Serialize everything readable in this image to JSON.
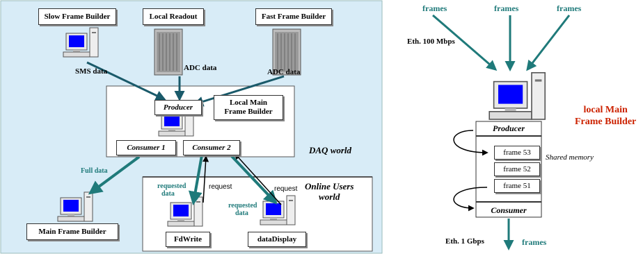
{
  "left": {
    "top_boxes": {
      "slow_frame_builder": "Slow Frame Builder",
      "local_readout": "Local Readout",
      "fast_frame_builder": "Fast Frame Builder"
    },
    "labels": {
      "sms_data": "SMS data",
      "adc_data_1": "ADC data",
      "adc_data_2": "ADC data",
      "full_data": "Full data",
      "requested_data_1a": "requested",
      "requested_data_1b": "data",
      "requested_data_2a": "requested",
      "requested_data_2b": "data",
      "request_1": "request",
      "request_2": "request"
    },
    "daq": {
      "producer": "Producer",
      "local_main_a": "Local Main",
      "local_main_b": "Frame Builder",
      "consumer_1": "Consumer 1",
      "consumer_2": "Consumer 2",
      "daq_world": "DAQ world"
    },
    "online": {
      "title_a": "Online Users",
      "title_b": "world",
      "fdwrite": "FdWrite",
      "datadisplay": "dataDisplay"
    },
    "main_frame_builder": "Main Frame Builder"
  },
  "right": {
    "frames_top_1": "frames",
    "frames_top_2": "frames",
    "frames_top_3": "frames",
    "eth_100": "Eth. 100 Mbps",
    "local_main_a": "local Main",
    "local_main_b": "Frame Builder",
    "producer": "Producer",
    "frame_53": "frame 53",
    "frame_52": "frame 52",
    "frame_51": "frame 51",
    "shared_memory": "Shared memory",
    "consumer": "Consumer",
    "eth_1g": "Eth. 1 Gbps",
    "frames_bottom": "frames"
  },
  "colors": {
    "panel_bg": "#d8ecf7",
    "teal_arrow": "#1f7a7a",
    "dark_arrow": "#1a5a6a",
    "red_text": "#cc2200",
    "screen_blue": "#0000ff"
  },
  "icons": {
    "computer": "computer-icon",
    "rack": "server-rack-icon"
  }
}
